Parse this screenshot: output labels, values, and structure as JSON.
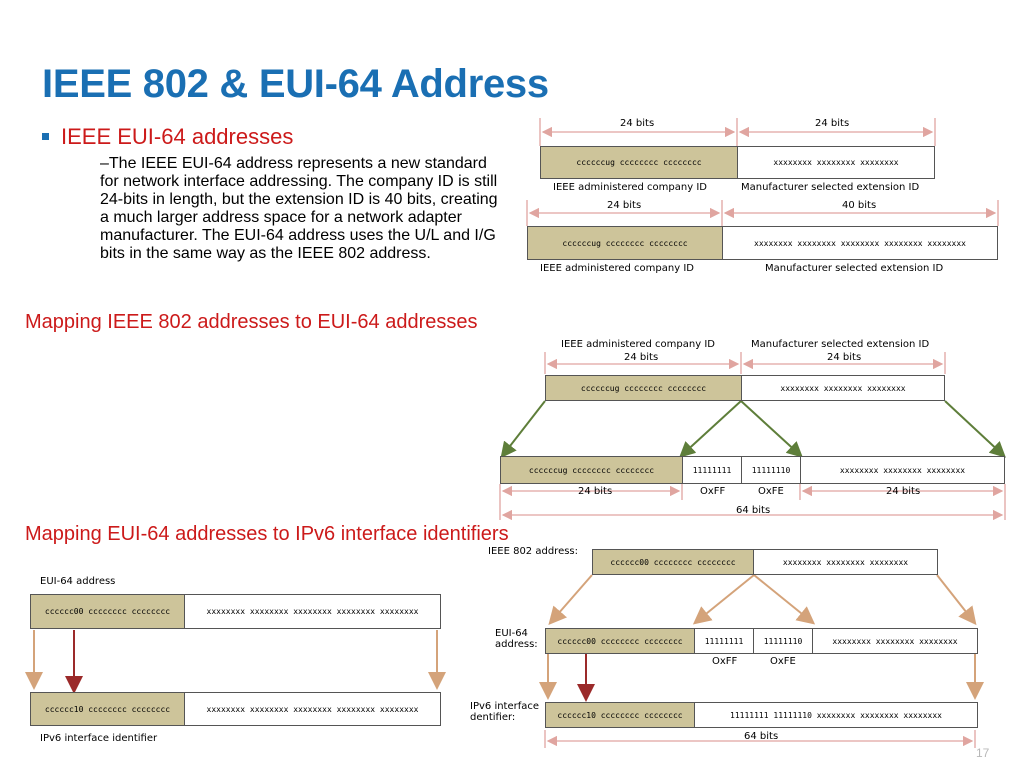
{
  "slide": {
    "title": "IEEE 802 & EUI-64 Address",
    "bullet": "IEEE EUI-64 addresses",
    "body": "–The IEEE EUI-64 address represents a new standard for network interface addressing. The company ID is still 24-bits in length, but the extension ID is 40 bits, creating a much larger address space for a network adapter manufacturer. The EUI-64 address uses the U/L and I/G bits in the same way as the IEEE 802 address.",
    "heading_mapping_802": "Mapping IEEE 802 addresses to EUI-64 addresses",
    "heading_mapping_ipv6": "Mapping EUI-64 addresses to IPv6 interface identifiers",
    "page_number": "17"
  },
  "diagram_802_format": {
    "bits_left": "24 bits",
    "bits_right": "24 bits",
    "company_bits": "ccccccug cccccccc cccccccc",
    "extension_bits": "xxxxxxxx xxxxxxxx xxxxxxxx",
    "label_company": "IEEE administered company ID",
    "label_extension": "Manufacturer selected extension ID"
  },
  "diagram_eui64_format": {
    "bits_left": "24 bits",
    "bits_right": "40 bits",
    "company_bits": "ccccccug cccccccc cccccccc",
    "extension_bits": "xxxxxxxx xxxxxxxx xxxxxxxx xxxxxxxx xxxxxxxx",
    "label_company": "IEEE administered company ID",
    "label_extension": "Manufacturer selected extension ID"
  },
  "diagram_802_to_eui64": {
    "label_company": "IEEE administered company ID",
    "label_extension": "Manufacturer selected extension ID",
    "bits_left": "24 bits",
    "bits_right": "24 bits",
    "src_company": "ccccccug cccccccc cccccccc",
    "src_extension": "xxxxxxxx xxxxxxxx xxxxxxxx",
    "dst_company": "ccccccug cccccccc cccccccc",
    "dst_ff": "11111111",
    "dst_fe": "11111110",
    "dst_extension": "xxxxxxxx xxxxxxxx xxxxxxxx",
    "bottom_left": "24 bits",
    "bottom_ff": "OxFF",
    "bottom_fe": "OxFE",
    "bottom_right": "24 bits",
    "total": "64 bits"
  },
  "diagram_eui64_to_ipv6": {
    "label_top": "EUI-64 address",
    "top_company": "cccccc00 cccccccc cccccccc",
    "top_extension": "xxxxxxxx xxxxxxxx xxxxxxxx xxxxxxxx xxxxxxxx",
    "bottom_company": "cccccc10 cccccccc cccccccc",
    "bottom_extension": "xxxxxxxx xxxxxxxx xxxxxxxx xxxxxxxx xxxxxxxx",
    "label_bottom": "IPv6 interface identifier"
  },
  "diagram_802_to_ipv6": {
    "label_802": "IEEE 802 address:",
    "src_company": "cccccc00 cccccccc cccccccc",
    "src_extension": "xxxxxxxx xxxxxxxx xxxxxxxx",
    "label_eui_line1": "EUI-64",
    "label_eui_line2": "address:",
    "eui_company": "cccccc00 cccccccc cccccccc",
    "eui_ff": "11111111",
    "eui_fe": "11111110",
    "eui_extension": "xxxxxxxx xxxxxxxx xxxxxxxx",
    "label_ff": "OxFF",
    "label_fe": "OxFE",
    "label_ipv6_line1": "IPv6 interface",
    "label_ipv6_line2": "dentifier:",
    "ipv6_company": "cccccc10 cccccccc cccccccc",
    "ipv6_rest": "11111111 11111110 xxxxxxxx xxxxxxxx xxxxxxxx",
    "total": "64 bits"
  },
  "colors": {
    "title": "#1a6fb3",
    "heading": "#cc1a1a",
    "box_fill": "#cdc49a",
    "arrow_green": "#5e7e3a",
    "arrow_tan": "#d4a37a",
    "arrow_red": "#9b2a2a",
    "dimension": "#e0a5a0"
  }
}
